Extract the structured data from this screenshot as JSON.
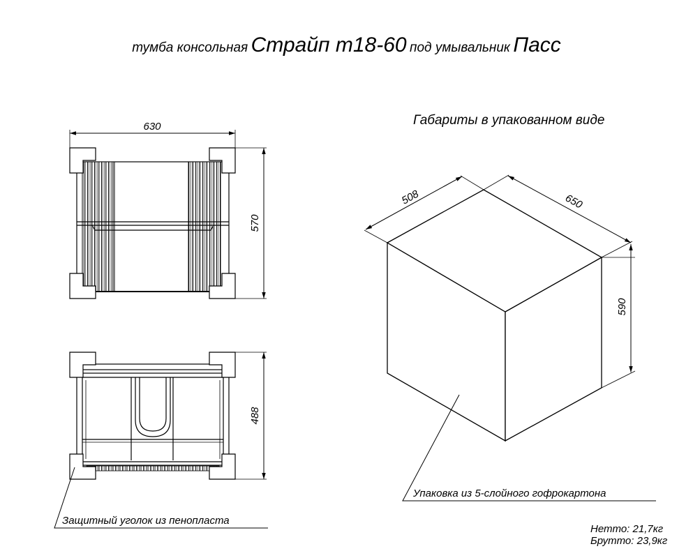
{
  "title": {
    "prefix": "тумба консольная",
    "model": "Страйп т18-60",
    "middle": "под умывальник",
    "sink": "Пасс"
  },
  "package_heading": "Габариты в упакованном виде",
  "front_view": {
    "width_label": "630",
    "height_label": "570"
  },
  "top_view": {
    "depth_label": "488"
  },
  "package_box": {
    "depth_label": "508",
    "width_label": "650",
    "height_label": "590"
  },
  "notes": {
    "foam_corner": "Защитный уголок из пенопласта",
    "packaging": "Упаковка из 5-слойного гофрокартона"
  },
  "weights": {
    "net": "Нетто: 21,7кг",
    "gross": "Брутто: 23,9кг"
  }
}
